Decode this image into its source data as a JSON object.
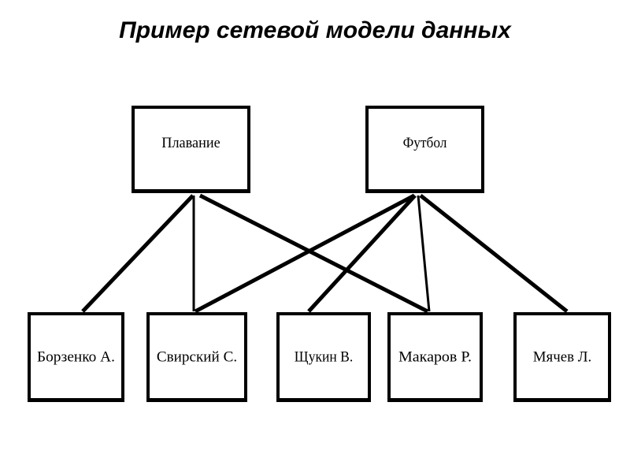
{
  "title": "Пример сетевой модели данных",
  "nodes": [
    {
      "id": "swim",
      "label": "Плавание",
      "level": "top"
    },
    {
      "id": "foot",
      "label": "Футбол",
      "level": "top"
    },
    {
      "id": "borz",
      "label": "Борзенко А.",
      "level": "bottom"
    },
    {
      "id": "svir",
      "label": "Свирский С.",
      "level": "bottom"
    },
    {
      "id": "shch",
      "label": "Щукин В.",
      "level": "bottom"
    },
    {
      "id": "makr",
      "label": "Макаров Р.",
      "level": "bottom"
    },
    {
      "id": "myach",
      "label": "Мячев Л.",
      "level": "bottom"
    }
  ],
  "edges": [
    [
      "swim",
      "borz"
    ],
    [
      "swim",
      "svir"
    ],
    [
      "swim",
      "makr"
    ],
    [
      "foot",
      "svir"
    ],
    [
      "foot",
      "shch"
    ],
    [
      "foot",
      "makr"
    ],
    [
      "foot",
      "myach"
    ]
  ]
}
